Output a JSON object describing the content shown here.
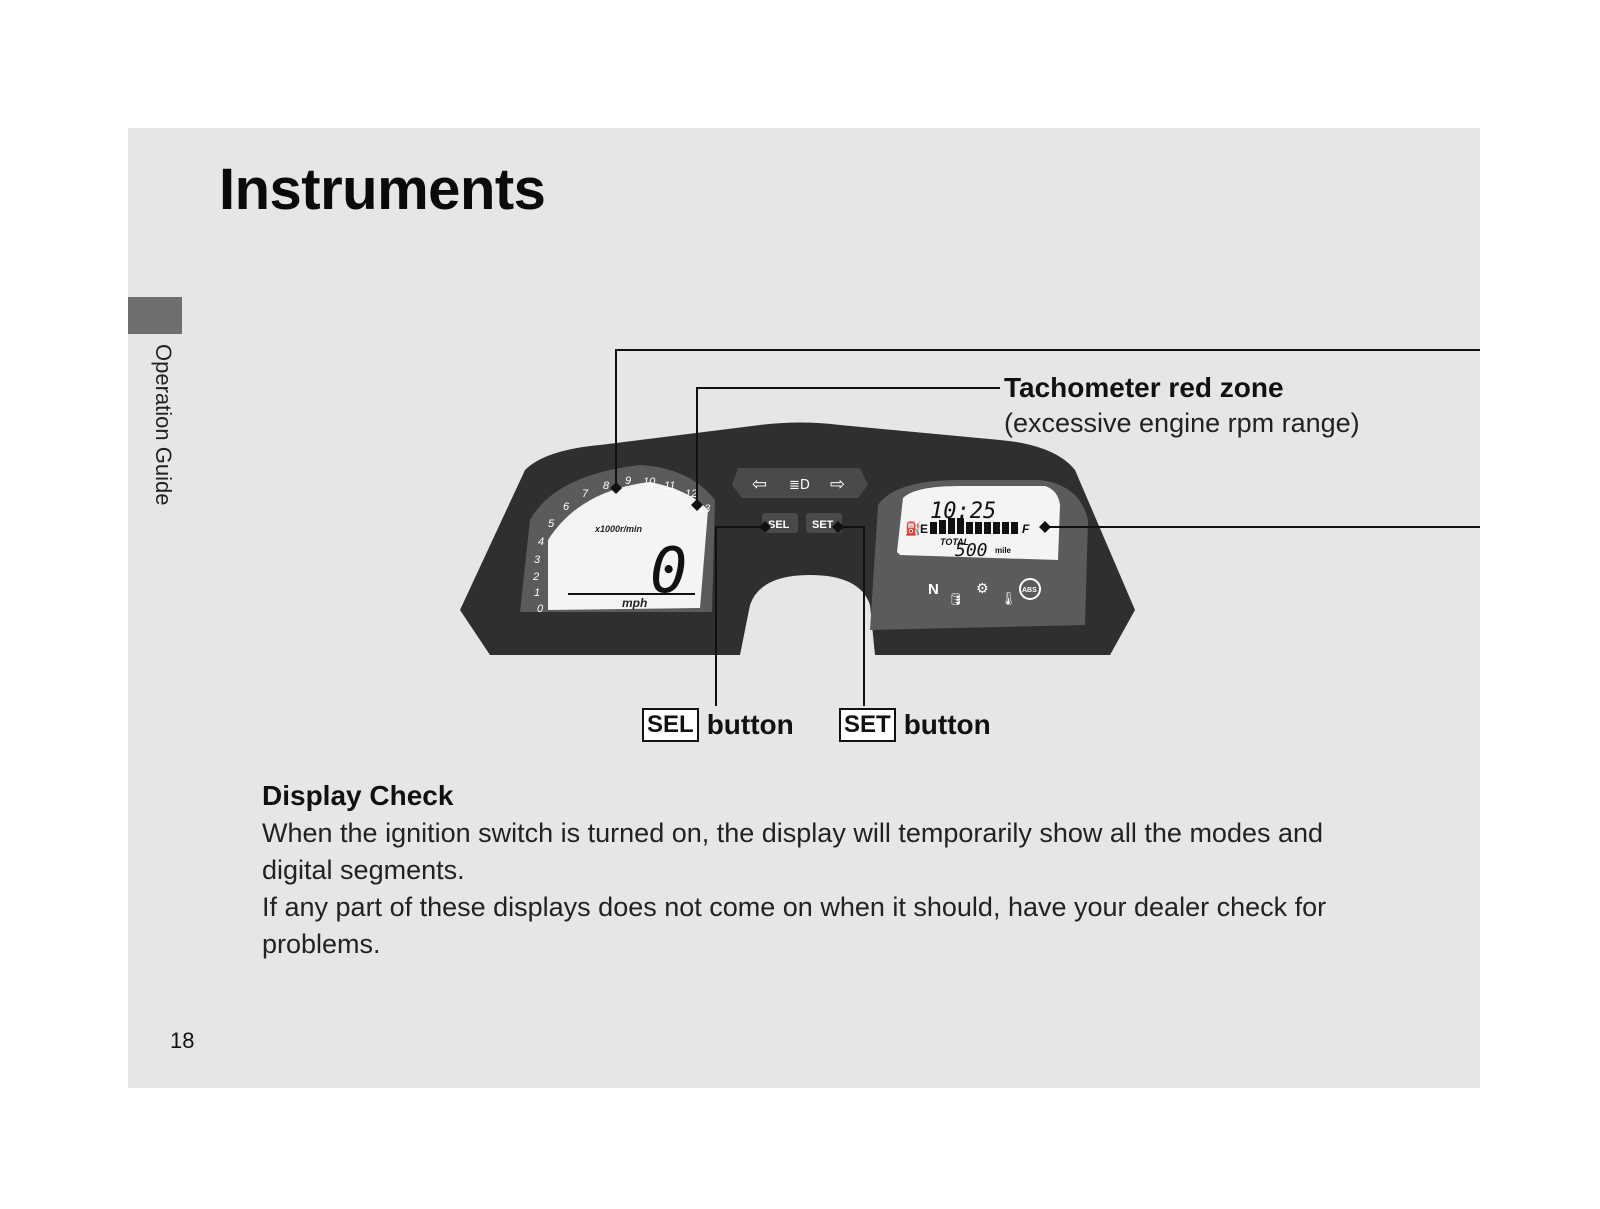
{
  "page": {
    "title": "Instruments",
    "section_tab": "Operation Guide",
    "page_number": "18"
  },
  "callouts": {
    "tach_red_zone_title": "Tachometer red zone",
    "tach_red_zone_sub": "(excessive engine rpm range)",
    "sel_key": "SEL",
    "set_key": "SET",
    "button_word": "button"
  },
  "display_check": {
    "heading": "Display Check",
    "paragraph1": "When the ignition switch is turned on, the display will temporarily show all the modes and digital segments.",
    "paragraph2": "If any part of these displays does not come on when it should, have your dealer check for problems."
  },
  "instrument": {
    "tach_unit": "x1000r/min",
    "tach_ticks": [
      "0",
      "1",
      "2",
      "3",
      "4",
      "5",
      "6",
      "7",
      "8",
      "9",
      "10",
      "11",
      "12",
      "13"
    ],
    "speed_value": "0",
    "speed_unit": "mph",
    "clock": "10:25",
    "fuel_empty": "E",
    "fuel_full": "F",
    "odo_label": "TOTAL",
    "odo_value": "500",
    "odo_unit": "mile",
    "sel_button": "SEL",
    "set_button": "SET",
    "neutral": "N",
    "abs": "ABS"
  },
  "colors": {
    "panel_bg": "#e6e6e7",
    "bezel": "#2f2f30",
    "lcd_bg": "#f3f3f3",
    "face_dark": "#5a5a5c"
  }
}
